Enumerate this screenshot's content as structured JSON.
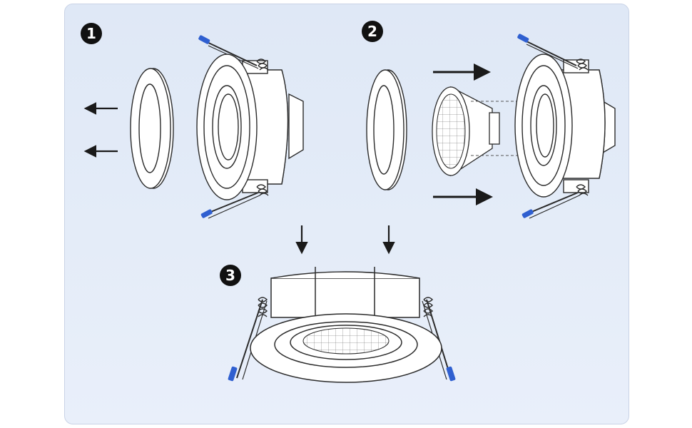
{
  "steps": {
    "one": "1",
    "two": "2",
    "three": "3"
  },
  "colors": {
    "background": "#e2eaf7",
    "line": "#2b2b2b",
    "clip": "#2f5fd0",
    "badge": "#111111"
  }
}
